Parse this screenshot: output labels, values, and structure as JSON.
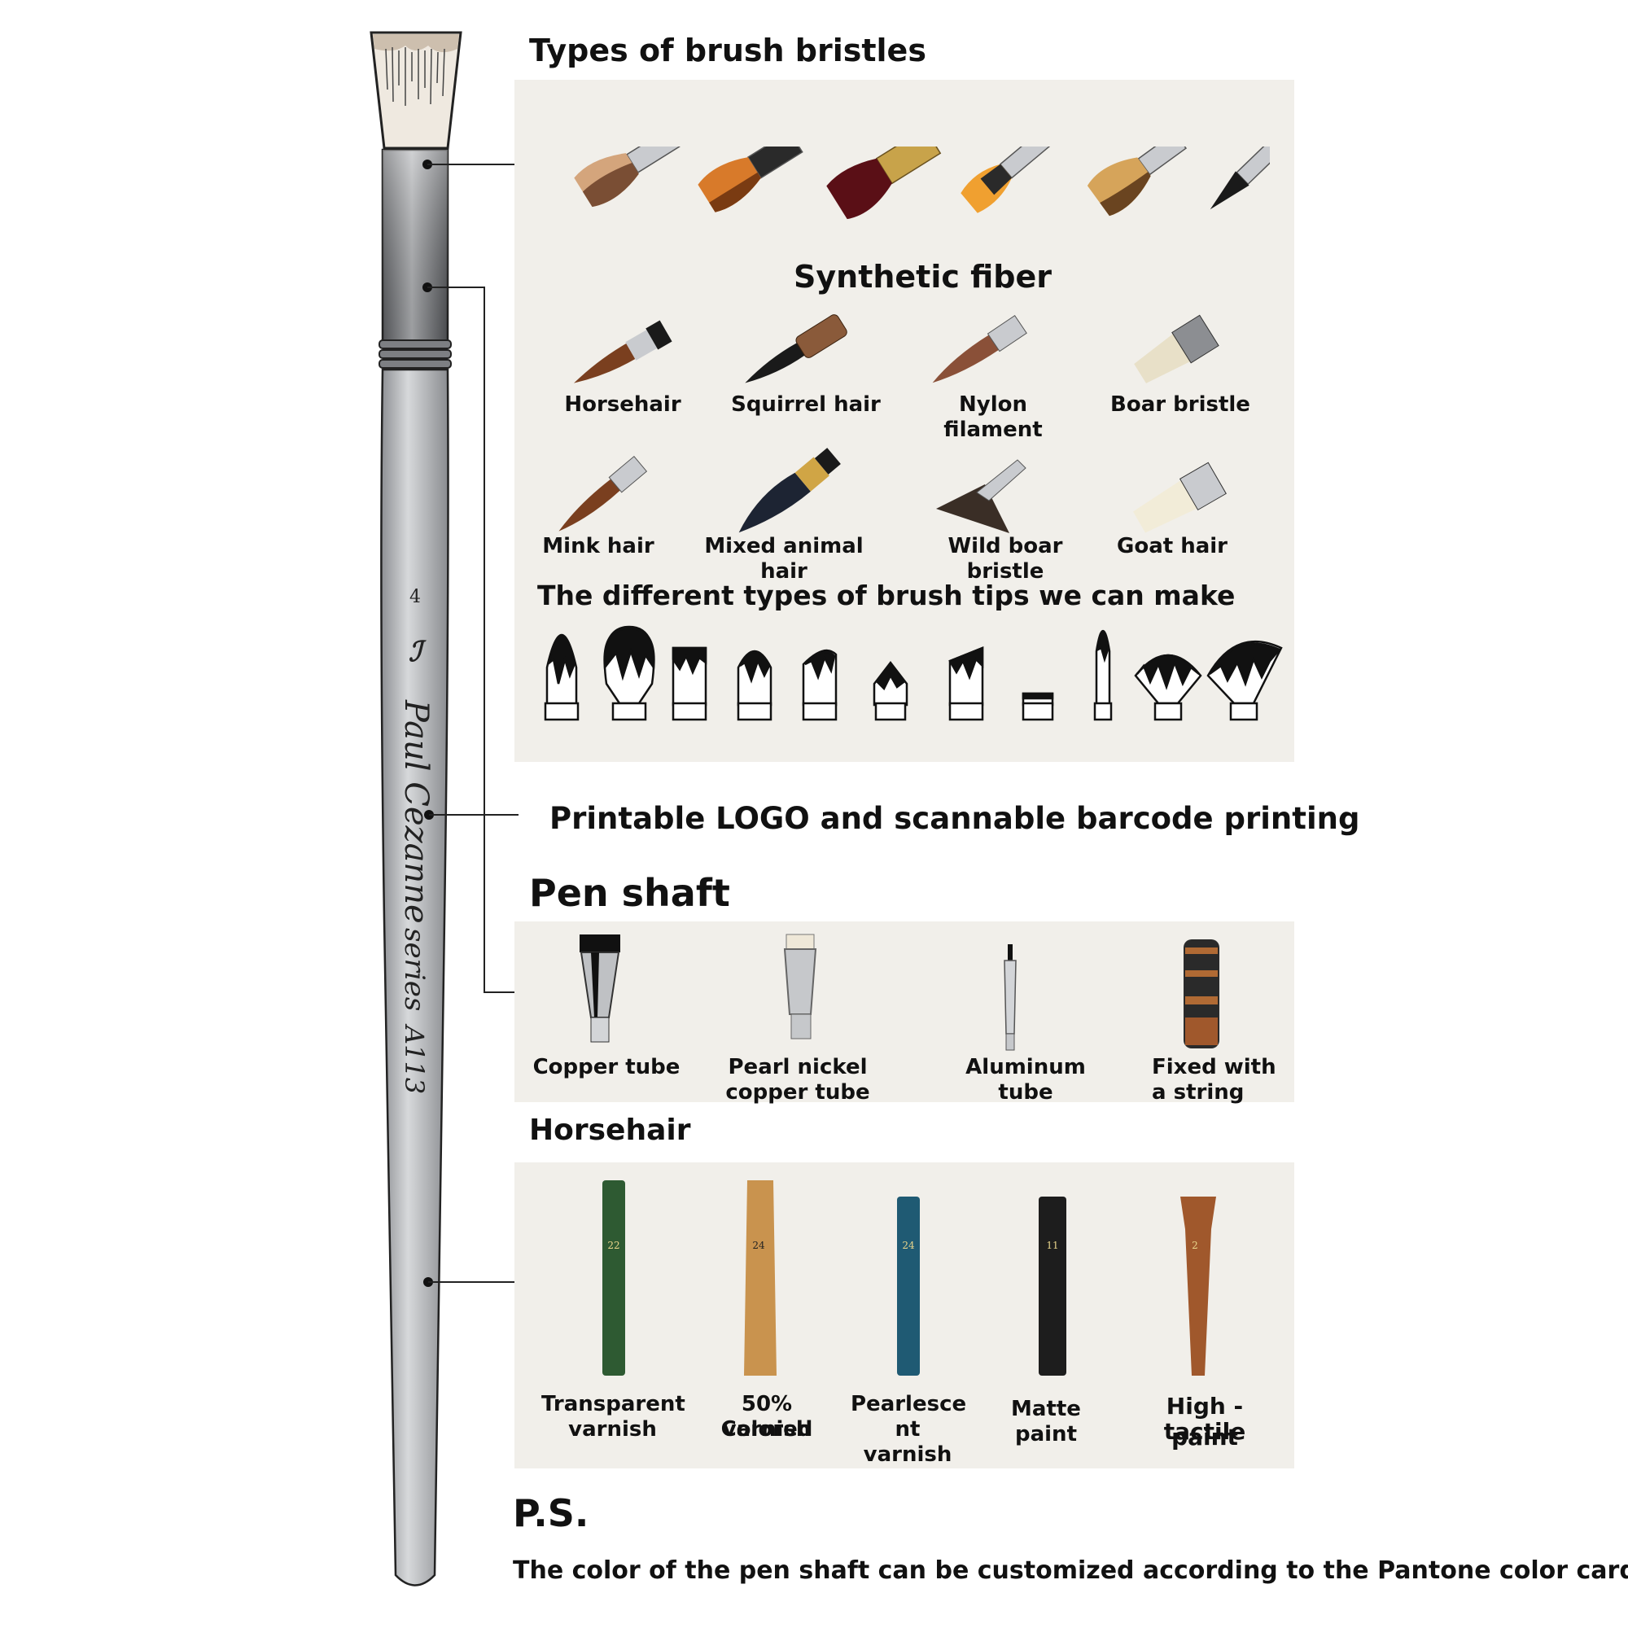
{
  "brush": {
    "size_number": "4",
    "brand_text": "Paul Cezanne",
    "series_text": "series",
    "model_text": "A113"
  },
  "sections": {
    "bristle_types_title": "Types of brush bristles",
    "synthetic_fiber_title": "Synthetic fiber",
    "tips_title": "The different types of brush tips we can make",
    "logo_text": "Printable LOGO and scannable barcode printing",
    "pen_shaft_title": "Pen shaft",
    "horsehair_title": "Horsehair",
    "ps_title": "P.S.",
    "ps_note": "The color of the pen shaft can be customized according to the Pantone color card."
  },
  "bristles_row1": [
    "Horsehair",
    "Squirrel hair",
    "Nylon filament",
    "Boar bristle"
  ],
  "bristles_row2": [
    "Mink hair",
    "Mixed animal hair",
    "Wild boar bristle",
    "Goat hair"
  ],
  "shaft_types": [
    {
      "line1": "Copper tube",
      "line2": ""
    },
    {
      "line1": "Pearl nickel",
      "line2": "copper tube"
    },
    {
      "line1": "Aluminum tube",
      "line2": ""
    },
    {
      "line1": "Fixed with",
      "line2": "a string"
    }
  ],
  "finishes": [
    {
      "line1": "Transparent",
      "line2": "varnish",
      "color": "#2e5a32",
      "number": "22"
    },
    {
      "line1": "50% Colored",
      "line2": "varnish",
      "color": "#c9934e",
      "number": "24"
    },
    {
      "line1": "Pearlesce",
      "line2": "nt varnish",
      "color": "#1f5a73",
      "number": "24"
    },
    {
      "line1": "Matte paint",
      "line2": "",
      "color": "#1d1d1d",
      "number": "11"
    },
    {
      "line1": "High - tactile",
      "line2": "paint",
      "color": "#a0582c",
      "number": "2"
    }
  ],
  "colors": {
    "panel_bg": "#f1efea",
    "shaft_silver": "#b7b9bc",
    "ferrule_dark": "#6d6f73"
  }
}
